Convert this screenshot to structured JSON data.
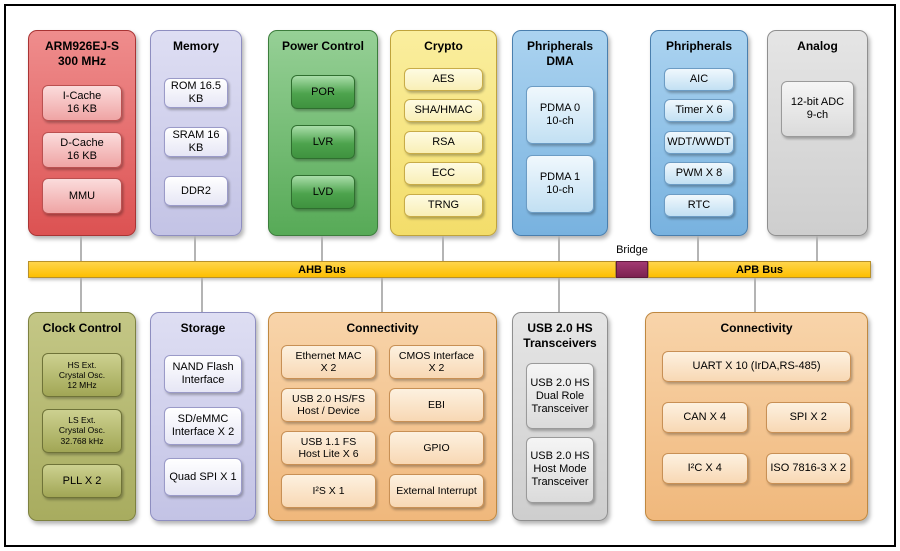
{
  "diagram": {
    "buses": {
      "ahb_label": "AHB Bus",
      "apb_label": "APB Bus",
      "bridge_label": "Bridge"
    },
    "colors": {
      "cpu_red": "#dc5252",
      "memory_lavender": "#c3c3e5",
      "power_green": "#57aa57",
      "crypto_yellow": "#f3dd6a",
      "peripheral_blue": "#78b2df",
      "analog_gray": "#cecece",
      "clock_olive": "#a8ac5f",
      "connectivity_orange": "#f0b87c",
      "bus_gold": "#fdbf00",
      "bridge_maroon": "#7c2250"
    },
    "blocks": {
      "arm": {
        "title": "ARM926EJ-S\n300 MHz",
        "items": [
          "I-Cache\n16 KB",
          "D-Cache\n16 KB",
          "MMU"
        ]
      },
      "memory": {
        "title": "Memory",
        "items": [
          "ROM 16.5 KB",
          "SRAM 16 KB",
          "DDR2"
        ]
      },
      "power": {
        "title": "Power Control",
        "items": [
          "POR",
          "LVR",
          "LVD"
        ]
      },
      "crypto": {
        "title": "Crypto",
        "items": [
          "AES",
          "SHA/HMAC",
          "RSA",
          "ECC",
          "TRNG"
        ]
      },
      "pdma": {
        "title": "Phripherals\nDMA",
        "items": [
          "PDMA 0\n10-ch",
          "PDMA 1\n10-ch"
        ]
      },
      "peripherals": {
        "title": "Phripherals",
        "items": [
          "AIC",
          "Timer X 6",
          "WDT/WWDT",
          "PWM X 8",
          "RTC"
        ]
      },
      "analog": {
        "title": "Analog",
        "items": [
          "12-bit ADC\n9-ch"
        ]
      },
      "clock": {
        "title": "Clock Control",
        "items": [
          "HS Ext.\nCrystal Osc.\n12 MHz",
          "LS Ext.\nCrystal Osc.\n32.768 kHz",
          "PLL X 2"
        ]
      },
      "storage": {
        "title": "Storage",
        "items": [
          "NAND Flash\nInterface",
          "SD/eMMC\nInterface X 2",
          "Quad SPI X 1"
        ]
      },
      "connectivity_ahb": {
        "title": "Connectivity",
        "items": [
          "Ethernet MAC\nX 2",
          "CMOS Interface\nX 2",
          "USB 2.0 HS/FS\nHost / Device",
          "EBI",
          "USB 1.1 FS\nHost Lite X 6",
          "GPIO",
          "I²S X 1",
          "External Interrupt"
        ]
      },
      "usb_transceivers": {
        "title": "USB 2.0 HS\nTransceivers",
        "items": [
          "USB 2.0 HS\nDual Role\nTransceiver",
          "USB 2.0 HS\nHost Mode\nTransceiver"
        ]
      },
      "connectivity_apb": {
        "title": "Connectivity",
        "uart": "UART X 10 (IrDA,RS-485)",
        "items": [
          "CAN X 4",
          "SPI X 2",
          "I²C X 4",
          "ISO 7816-3 X 2"
        ]
      }
    }
  }
}
